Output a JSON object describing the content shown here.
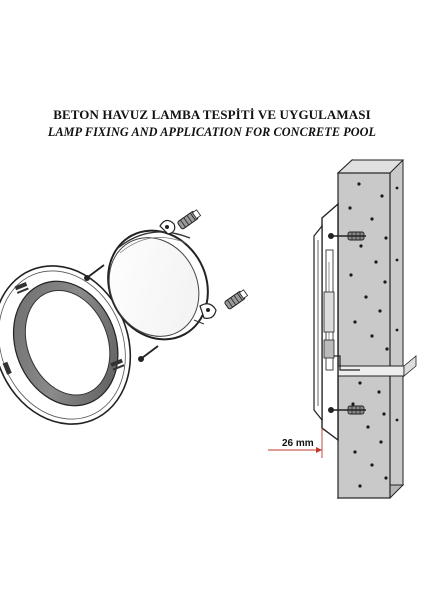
{
  "titles": {
    "main": "BETON HAVUZ LAMBA TESPİTİ VE UYGULAMASI",
    "sub": "LAMP FIXING AND APPLICATION FOR CONCRETE POOL"
  },
  "dimension": {
    "label": "26 mm",
    "color": "#c0392b"
  },
  "colors": {
    "line": "#222222",
    "concrete": "#c9c9c9",
    "concrete_dots": "#1a1a1a"
  }
}
